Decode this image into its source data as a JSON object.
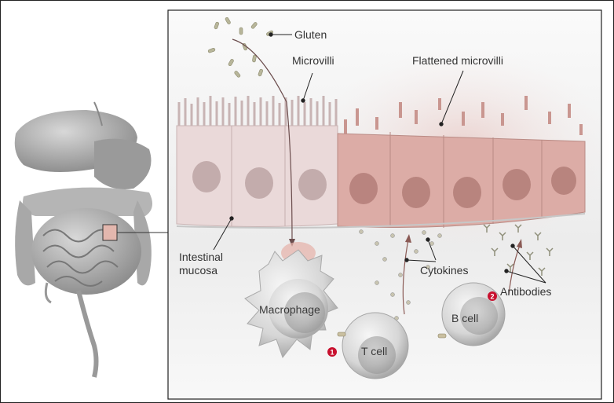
{
  "labels": {
    "gluten": "Gluten",
    "microvilli": "Microvilli",
    "flattened_microvilli": "Flattened microvilli",
    "intestinal_mucosa_line1": "Intestinal",
    "intestinal_mucosa_line2": "mucosa",
    "macrophage": "Macrophage",
    "t_cell": "T cell",
    "b_cell": "B cell",
    "cytokines": "Cytokines",
    "antibodies": "Antibodies"
  },
  "steps": [
    {
      "number": "1"
    },
    {
      "number": "2"
    }
  ],
  "colors": {
    "accent_badge": "#c8102e",
    "healthy_cell": "#e9dcdc",
    "inflamed_cell": "#d9a9a3",
    "frame": "#222222"
  }
}
